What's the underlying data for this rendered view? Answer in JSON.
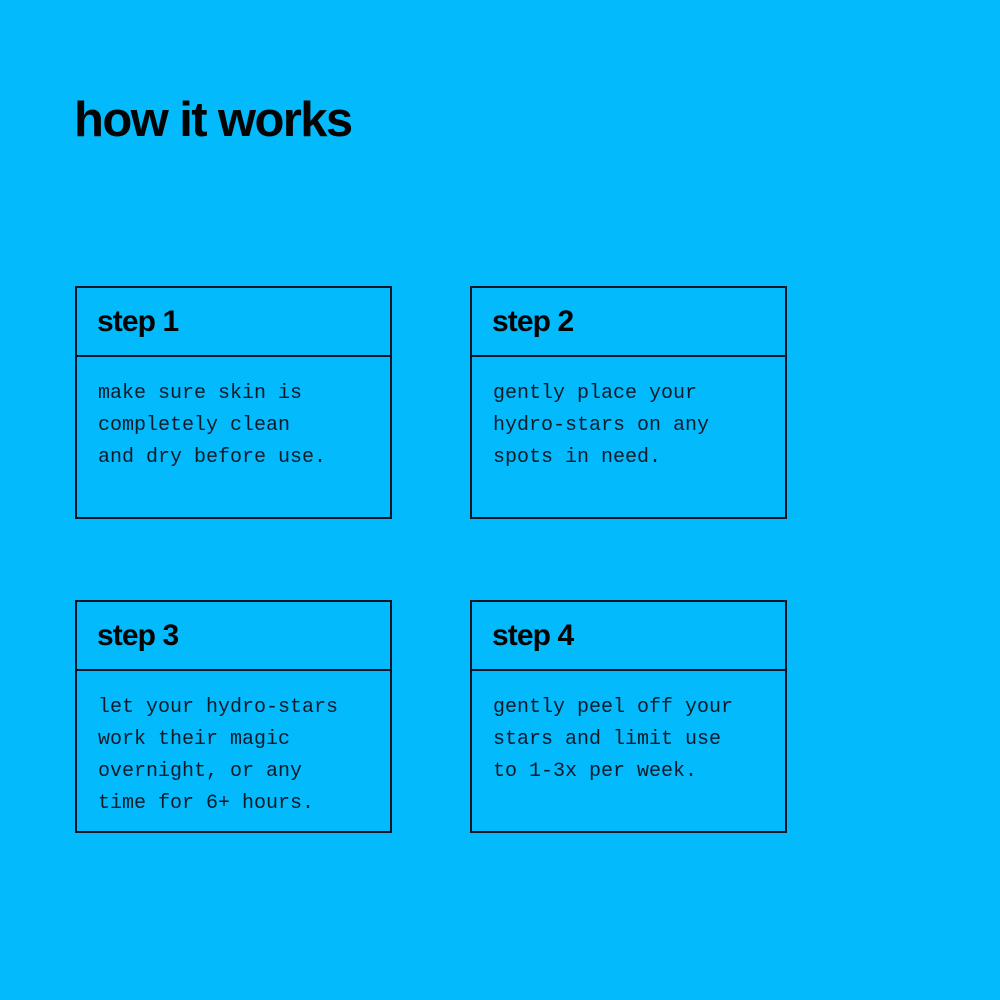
{
  "theme": {
    "background_color": "#03BAFC",
    "ink_color": "#0a1626",
    "title_color": "#040404"
  },
  "header": {
    "title": "how it works"
  },
  "steps": [
    {
      "title": "step 1",
      "lines": [
        "make sure skin is",
        "completely clean",
        "and dry before use."
      ]
    },
    {
      "title": "step 2",
      "lines": [
        "gently place your",
        "hydro-stars on any",
        "spots in need."
      ]
    },
    {
      "title": "step 3",
      "lines": [
        "let your hydro-stars",
        "work their magic",
        "overnight, or any",
        "time for 6+ hours."
      ]
    },
    {
      "title": "step 4",
      "lines": [
        "gently peel off your",
        "stars and limit use",
        "to 1-3x per week."
      ]
    }
  ]
}
